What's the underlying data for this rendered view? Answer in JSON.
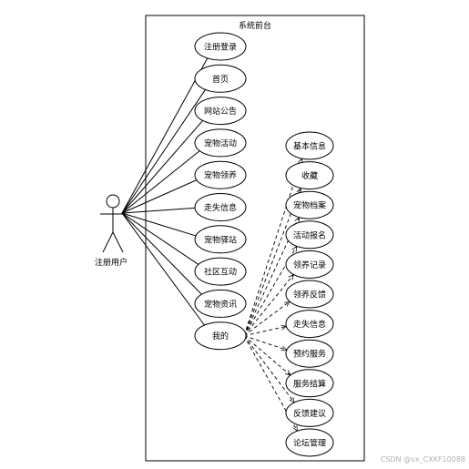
{
  "system": {
    "title": "系统前台"
  },
  "actor": {
    "name": "注册用户"
  },
  "use_cases": [
    {
      "id": "register-login",
      "label": "注册登录"
    },
    {
      "id": "home",
      "label": "首页"
    },
    {
      "id": "site-notice",
      "label": "网站公告"
    },
    {
      "id": "pet-activity",
      "label": "宠物活动"
    },
    {
      "id": "pet-adoption",
      "label": "宠物领养"
    },
    {
      "id": "lost-info",
      "label": "走失信息"
    },
    {
      "id": "pet-station",
      "label": "宠物驿站"
    },
    {
      "id": "community",
      "label": "社区互动"
    },
    {
      "id": "pet-news",
      "label": "宠物资讯"
    },
    {
      "id": "mine",
      "label": "我的"
    }
  ],
  "extensions": [
    {
      "id": "basic-info",
      "label": "基本信息"
    },
    {
      "id": "favorites",
      "label": "收藏"
    },
    {
      "id": "pet-archive",
      "label": "宠物档案"
    },
    {
      "id": "activity-signup",
      "label": "活动报名"
    },
    {
      "id": "adoption-record",
      "label": "领养记录"
    },
    {
      "id": "adoption-feedback",
      "label": "领养反馈"
    },
    {
      "id": "lost-info-2",
      "label": "走失信息"
    },
    {
      "id": "booking-service",
      "label": "预约服务"
    },
    {
      "id": "service-settlement",
      "label": "服务结算"
    },
    {
      "id": "feedback-suggestion",
      "label": "反馈建议"
    },
    {
      "id": "forum-management",
      "label": "论坛管理"
    }
  ],
  "watermark": "CSDN @vx_CXKF10088"
}
